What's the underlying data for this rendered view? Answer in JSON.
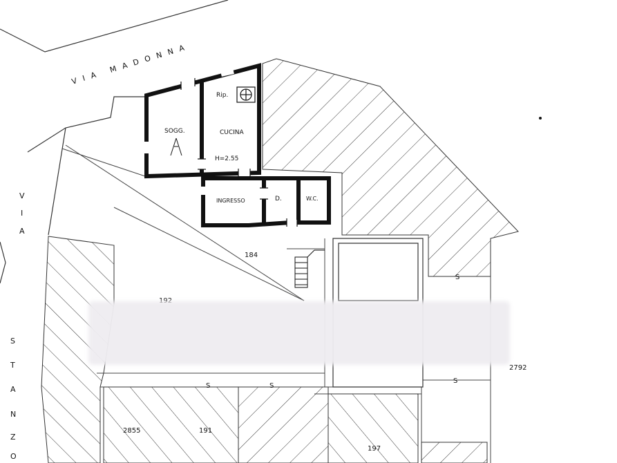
{
  "streets": {
    "top": "VIA MADONNA",
    "left_upper": [
      "V",
      "I",
      "A"
    ],
    "left_lower": [
      "S",
      "T",
      "A",
      "N",
      "Z",
      "O"
    ]
  },
  "rooms": {
    "ripostiglio": "Rip.",
    "cucina": "CUCINA",
    "soggiorno": "SOGG.",
    "height": "H=2.55",
    "ingresso": "INGRESSO",
    "disimpegno": "D.",
    "wc": "W.C."
  },
  "parcels": {
    "p184": "184",
    "p192": "192",
    "p2792": "2792",
    "p2855": "2855",
    "p191": "191",
    "p197": "197"
  },
  "markers": {
    "s1": "S",
    "s2": "S",
    "s3": "S",
    "s4": "S"
  },
  "colors": {
    "wall": "#111111",
    "line": "#333333",
    "paper": "#ffffff"
  }
}
